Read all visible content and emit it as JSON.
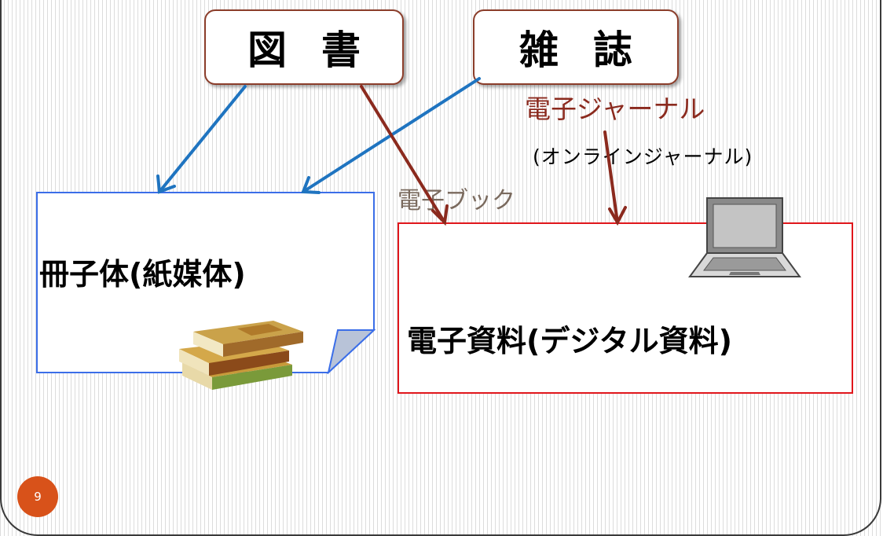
{
  "categories": {
    "books": "図書",
    "magazines": "雑誌"
  },
  "print_media": {
    "label": "冊子体(紙媒体)"
  },
  "digital_media": {
    "label": "電子資料(デジタル資料)"
  },
  "links": {
    "ejournal": "電子ジャーナル",
    "online_journal": "(オンラインジャーナル)",
    "ebook": "電子ブック"
  },
  "colors": {
    "category_border": "#8b3d2a",
    "print_arrow": "#1f74c0",
    "digital_arrow": "#8b2a1e",
    "print_box_border": "#3b6ee8",
    "digital_box_border": "#e0161b",
    "badge": "#d8521a"
  },
  "page_number": "9"
}
